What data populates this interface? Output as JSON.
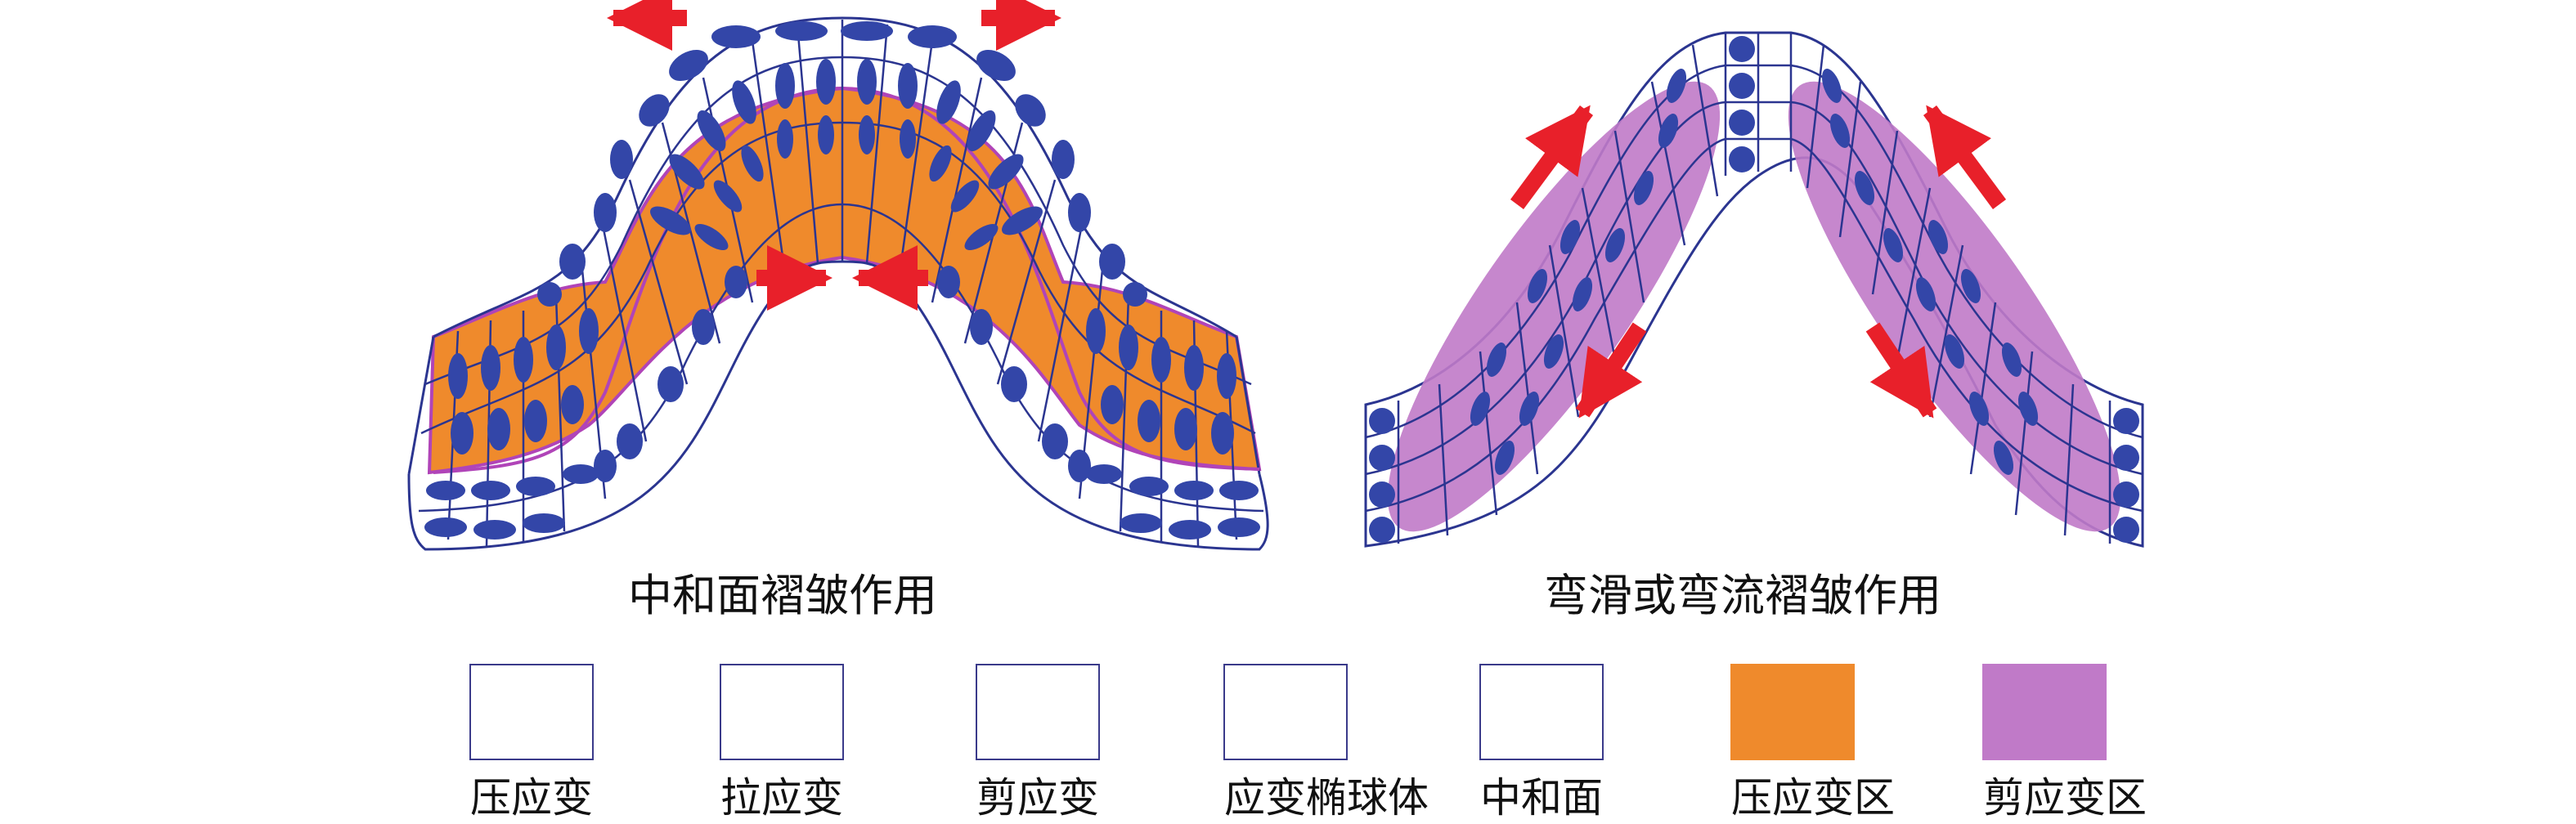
{
  "panels": {
    "left_caption": "中和面褶皱作用",
    "right_caption": "弯滑或弯流褶皱作用"
  },
  "legend": [
    {
      "icon": "compression-arrows-icon",
      "label": "压应变"
    },
    {
      "icon": "extension-arrows-icon",
      "label": "拉应变"
    },
    {
      "icon": "shear-arrows-icon",
      "label": "剪应变"
    },
    {
      "icon": "strain-ellipsoid-icon",
      "label": "应变椭球体"
    },
    {
      "icon": "neutral-surface-curve-icon",
      "label": "中和面"
    },
    {
      "icon": "compression-zone-swatch",
      "label": "压应变区"
    },
    {
      "icon": "shear-zone-swatch",
      "label": "剪应变区"
    }
  ],
  "colors": {
    "grid_line": "#2b3590",
    "ellipse": "#3346a8",
    "compression_zone": "#ef8a2c",
    "shear_zone": "#c07ac8",
    "arrow": "#e8202a",
    "neutral_surface": "#b044b8"
  }
}
